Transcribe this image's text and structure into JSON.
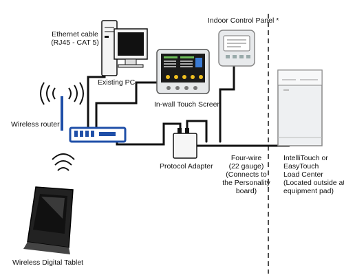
{
  "labels": {
    "ethernet_cable": [
      "Ethernet cable",
      "(RJ45 - CAT 5)"
    ],
    "existing_pc": "Existing PC",
    "in_wall_touch_screen": "In-wall Touch Screen",
    "indoor_control_panel": "Indoor Control Panel *",
    "wireless_router": "Wireless router",
    "protocol_adapter": "Protocol Adapter",
    "four_wire": [
      "Four-wire",
      "(22 gauge)",
      "(Connects to",
      "the Personality",
      "board)"
    ],
    "load_center": [
      "IntelliTouch or",
      "EasyTouch",
      "Load Center",
      "(Located outside at",
      "equipment pad)"
    ],
    "wireless_digital_tablet": "Wireless Digital Tablet"
  },
  "colors": {
    "line": "#111111",
    "router_blue": "#1f4fa8",
    "screen_dark": "#1a1a1a",
    "device_gray": "#cfd3d8",
    "panel_light": "#eef0f2"
  },
  "icons": [
    "computer-icon",
    "touch-screen-icon",
    "control-panel-icon",
    "router-icon",
    "wifi-signal-icon",
    "protocol-adapter-icon",
    "load-center-icon",
    "tablet-icon"
  ]
}
